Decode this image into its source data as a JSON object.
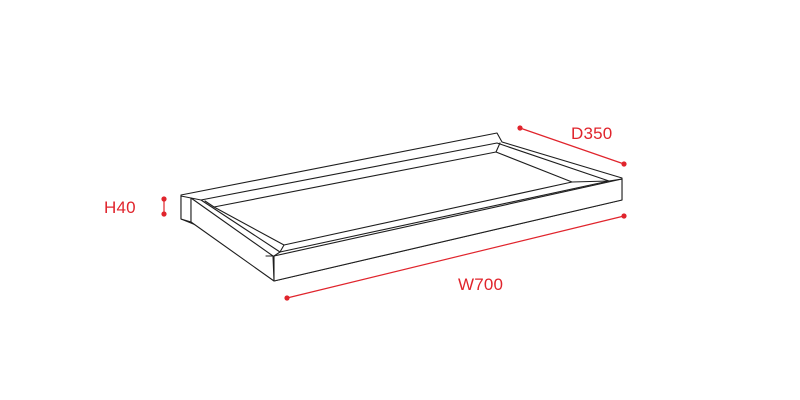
{
  "dimensions": {
    "height": {
      "label": "H40"
    },
    "depth": {
      "label": "D350"
    },
    "width": {
      "label": "W700"
    }
  },
  "colors": {
    "dimension": "#e0242c",
    "outline": "#1e1e1e",
    "background": "#ffffff"
  }
}
